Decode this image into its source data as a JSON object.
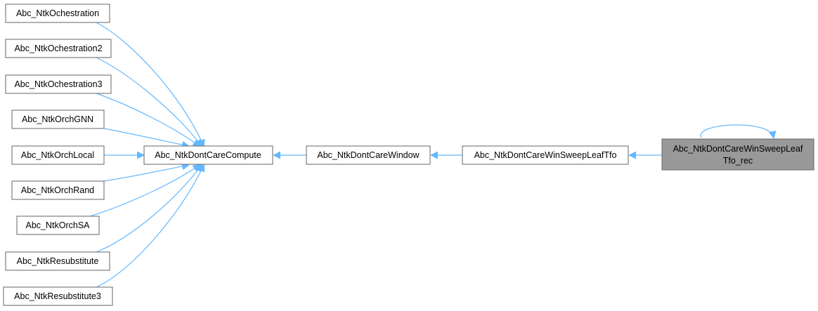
{
  "graph": {
    "root": {
      "id": "root",
      "lines": [
        "Abc_NtkDontCareWinSweepLeaf",
        "Tfo_rec"
      ]
    },
    "chain": [
      {
        "id": "sweep",
        "label": "Abc_NtkDontCareWinSweepLeafTfo"
      },
      {
        "id": "window",
        "label": "Abc_NtkDontCareWindow"
      },
      {
        "id": "compute",
        "label": "Abc_NtkDontCareCompute"
      }
    ],
    "callers": [
      {
        "id": "c1",
        "label": "Abc_NtkOchestration"
      },
      {
        "id": "c2",
        "label": "Abc_NtkOchestration2"
      },
      {
        "id": "c3",
        "label": "Abc_NtkOchestration3"
      },
      {
        "id": "c4",
        "label": "Abc_NtkOrchGNN"
      },
      {
        "id": "c5",
        "label": "Abc_NtkOrchLocal"
      },
      {
        "id": "c6",
        "label": "Abc_NtkOrchRand"
      },
      {
        "id": "c7",
        "label": "Abc_NtkOrchSA"
      },
      {
        "id": "c8",
        "label": "Abc_NtkResubstitute"
      },
      {
        "id": "c9",
        "label": "Abc_NtkResubstitute3"
      }
    ],
    "edge_color": "#63b8ff",
    "root_fill": "#999999",
    "node_border": "#666666"
  }
}
